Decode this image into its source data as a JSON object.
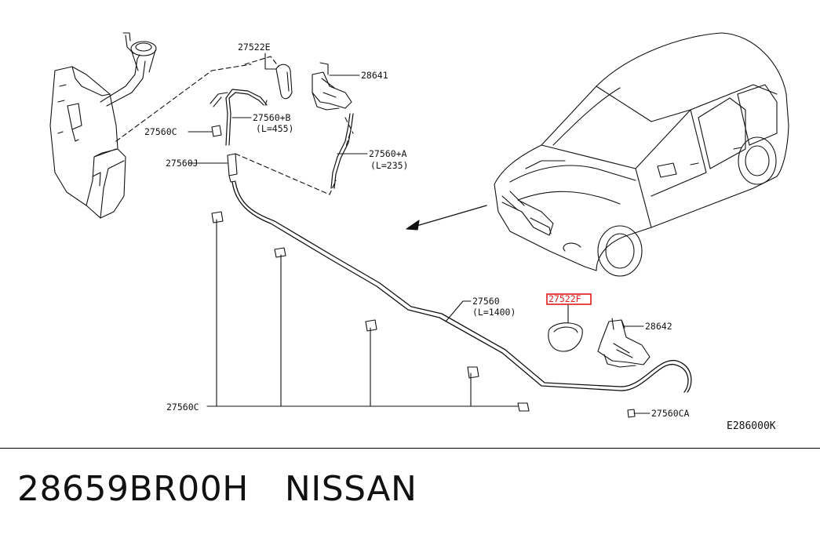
{
  "labels": {
    "p27522e": "27522E",
    "p28641": "28641",
    "p27560b": "27560+B",
    "p27560b_len": "(L=455)",
    "p27560c_top": "27560C",
    "p27560j": "27560J",
    "p27560a": "27560+A",
    "p27560a_len": "(L=235)",
    "p27560": "27560",
    "p27560_len": "(L=1400)",
    "p27522f": "27522F",
    "p28642": "28642",
    "p27560c_bottom": "27560C",
    "p27560ca": "27560CA",
    "diagram_code": "E286000K"
  },
  "highlight_color": "#e01b1b",
  "footer": {
    "part_number": "28659BR00H",
    "brand": "NISSAN"
  }
}
